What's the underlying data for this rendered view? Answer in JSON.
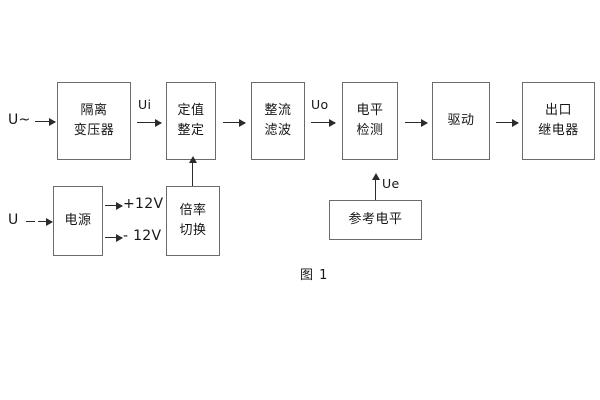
{
  "diagram": {
    "caption": "图 1",
    "blocks": {
      "isolation_transformer": {
        "line1": "隔离",
        "line2": "变压器"
      },
      "setting_adjust": {
        "line1": "定值",
        "line2": "整定"
      },
      "rectify_filter": {
        "line1": "整流",
        "line2": "滤波"
      },
      "level_detect": {
        "line1": "电平",
        "line2": "检测"
      },
      "drive": {
        "line1": "驱动",
        "line2": ""
      },
      "output_relay": {
        "line1": "出口",
        "line2": "继电器"
      },
      "power_supply": {
        "line1": "电源",
        "line2": ""
      },
      "ratio_switch": {
        "line1": "倍率",
        "line2": "切换"
      },
      "reference_level": {
        "line1": "参考电平",
        "line2": ""
      }
    },
    "signals": {
      "ac_input": "U~",
      "dc_input": "U",
      "ui": "Ui",
      "uo": "Uo",
      "ue": "Ue",
      "rail_positive": "+12V",
      "rail_negative": "- 12V"
    },
    "colors": {
      "background": "#ffffff",
      "block_border": "#6b6b6b",
      "line": "#2b2b2b",
      "text": "#161616"
    }
  }
}
